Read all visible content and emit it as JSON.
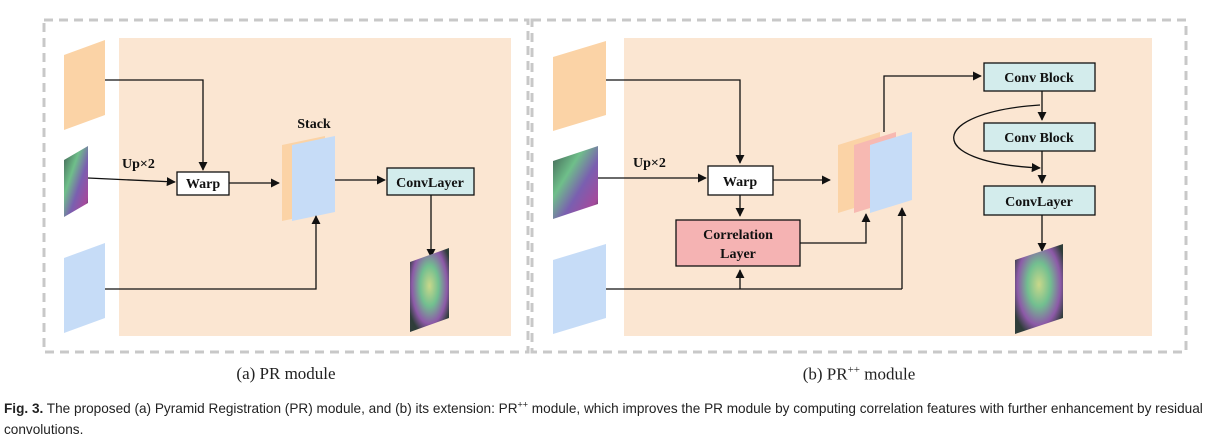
{
  "panel_a": {
    "upsample_label": "Up×2",
    "warp_label": "Warp",
    "stack_label": "Stack",
    "conv_layer_label": "ConvLayer",
    "sublabel": "(a) PR module"
  },
  "panel_b": {
    "upsample_label": "Up×2",
    "warp_label": "Warp",
    "correlation_line1": "Correlation",
    "correlation_line2": "Layer",
    "conv_block_1_label": "Conv Block",
    "conv_block_2_label": "Conv Block",
    "conv_layer_label": "ConvLayer",
    "sublabel_prefix": "(b) PR",
    "sublabel_sup": "++",
    "sublabel_suffix": " module"
  },
  "caption": {
    "fig_label": "Fig. 3.",
    "text_part1": " The proposed (a) Pyramid Registration (PR) module, and (b) its extension: PR",
    "text_sup": "++",
    "text_part2": " module, which improves the PR module by computing correlation features with further enhancement by residual convolutions."
  },
  "colors": {
    "background_panel": "#fbe6d2",
    "feature_orange": "#fbd3a6",
    "feature_blue": "#c6dcf7",
    "feature_pink": "#f7b9b2",
    "conv_box": "#d3ecec",
    "correlation_box": "#f5b3b3",
    "dashed_border": "#c8c8c8"
  }
}
